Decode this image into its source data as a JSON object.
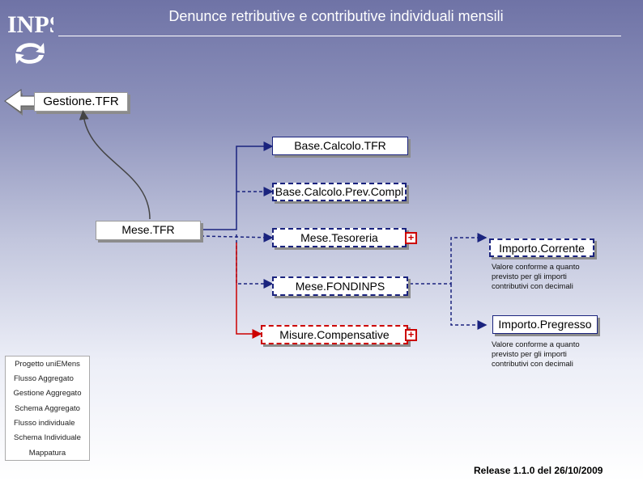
{
  "header": {
    "logo_text": "INPS",
    "title": "Denunce retributive e contributive individuali mensili"
  },
  "nav": {
    "back_label": "Gestione.TFR"
  },
  "diagram": {
    "parent": "Mese.TFR",
    "children": [
      {
        "label": "Base.Calcolo.TFR"
      },
      {
        "label": "Base.Calcolo.Prev.Compl"
      },
      {
        "label": "Mese.Tesoreria"
      },
      {
        "label": "Mese.FONDINPS"
      },
      {
        "label": "Misure.Compensative"
      }
    ],
    "targets": [
      {
        "label": "Importo.Corrente",
        "note": "Valore conforme a quanto previsto per gli importi contributivi con decimali"
      },
      {
        "label": "Importo.Pregresso",
        "note": "Valore conforme a quanto previsto per gli importi contributivi con decimali"
      }
    ],
    "expand_symbol": "+",
    "colors": {
      "navy": "#1a237e",
      "red": "#cc0000",
      "connector": "#444444"
    }
  },
  "menu": {
    "items": [
      "Progetto uniEMens",
      "Flusso Aggregato",
      "Gestione Aggregato",
      "Schema Aggregato",
      "Flusso individuale",
      "Schema Individuale",
      "Mappatura"
    ]
  },
  "footer": {
    "release": "Release 1.1.0 del 26/10/2009"
  }
}
